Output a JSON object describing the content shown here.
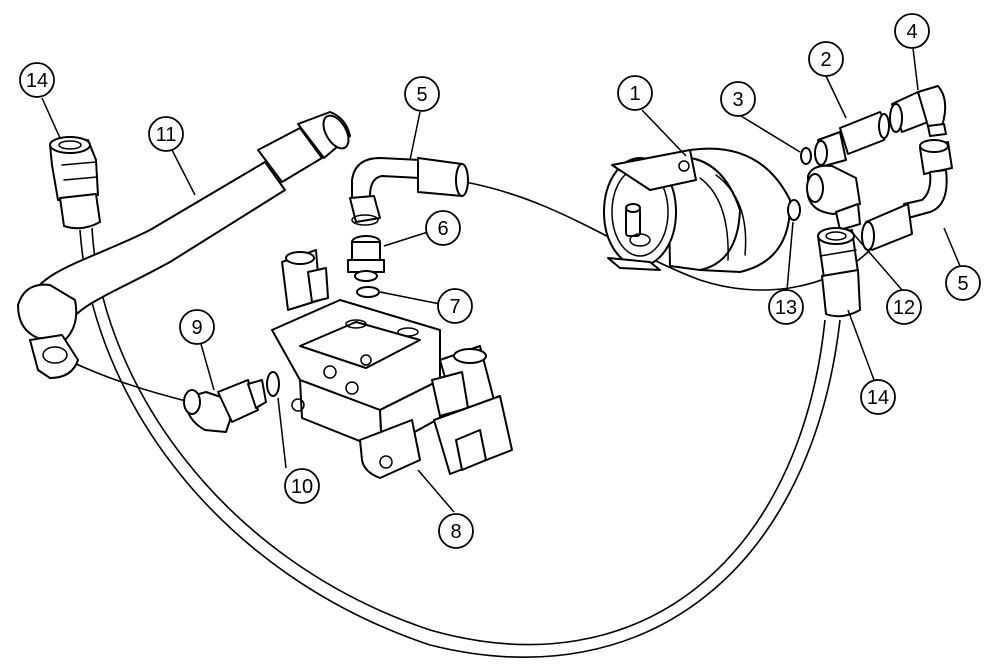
{
  "callouts": [
    {
      "id": "c14a",
      "label": "14"
    },
    {
      "id": "c11",
      "label": "11"
    },
    {
      "id": "c5a",
      "label": "5"
    },
    {
      "id": "c6",
      "label": "6"
    },
    {
      "id": "c7",
      "label": "7"
    },
    {
      "id": "c9",
      "label": "9"
    },
    {
      "id": "c10",
      "label": "10"
    },
    {
      "id": "c8",
      "label": "8"
    },
    {
      "id": "c1",
      "label": "1"
    },
    {
      "id": "c3",
      "label": "3"
    },
    {
      "id": "c2",
      "label": "2"
    },
    {
      "id": "c4",
      "label": "4"
    },
    {
      "id": "c5b",
      "label": "5"
    },
    {
      "id": "c12",
      "label": "12"
    },
    {
      "id": "c13",
      "label": "13"
    },
    {
      "id": "c14b",
      "label": "14"
    }
  ]
}
